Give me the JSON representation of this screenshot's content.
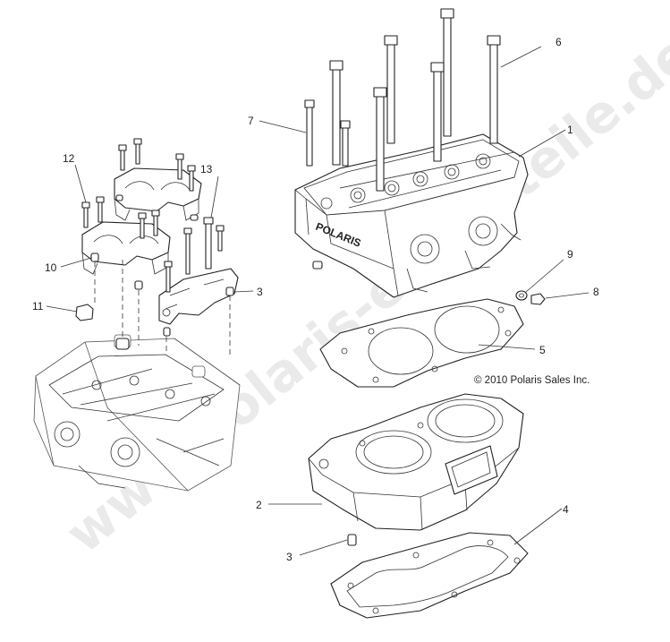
{
  "watermark": "www.polaris-ersatzteile.de",
  "copyright": "© 2010 Polaris Sales Inc.",
  "head_brand": "POLARIS",
  "callouts": {
    "c1": "1",
    "c2": "2",
    "c3a": "3",
    "c3b": "3",
    "c4": "4",
    "c5": "5",
    "c6": "6",
    "c7": "7",
    "c8": "8",
    "c9": "9",
    "c10": "10",
    "c11": "11",
    "c12": "12",
    "c13": "13"
  }
}
